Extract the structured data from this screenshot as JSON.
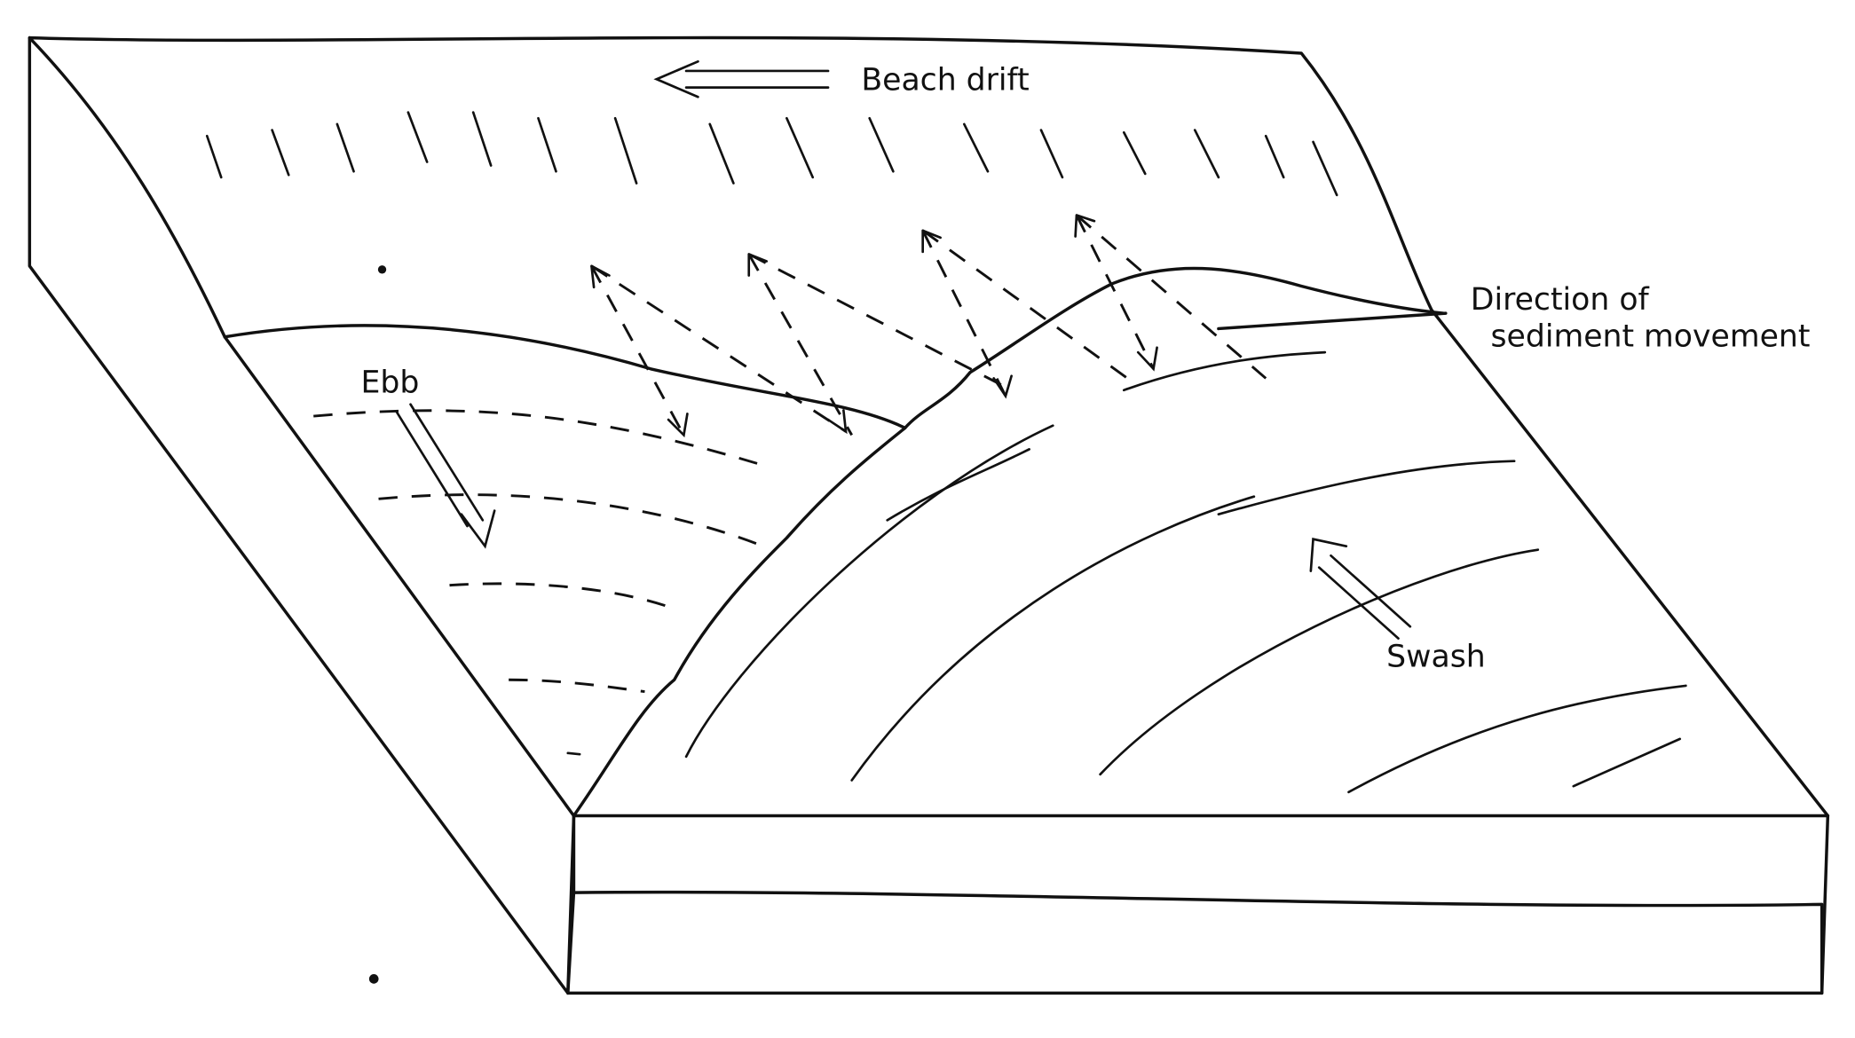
{
  "labels": {
    "beach_drift": "Beach drift",
    "direction_line1": "Direction of",
    "direction_line2": "sediment movement",
    "ebb": "Ebb",
    "swash": "Swash"
  },
  "colors": {
    "ink": "#111111",
    "paper": "#ffffff"
  }
}
